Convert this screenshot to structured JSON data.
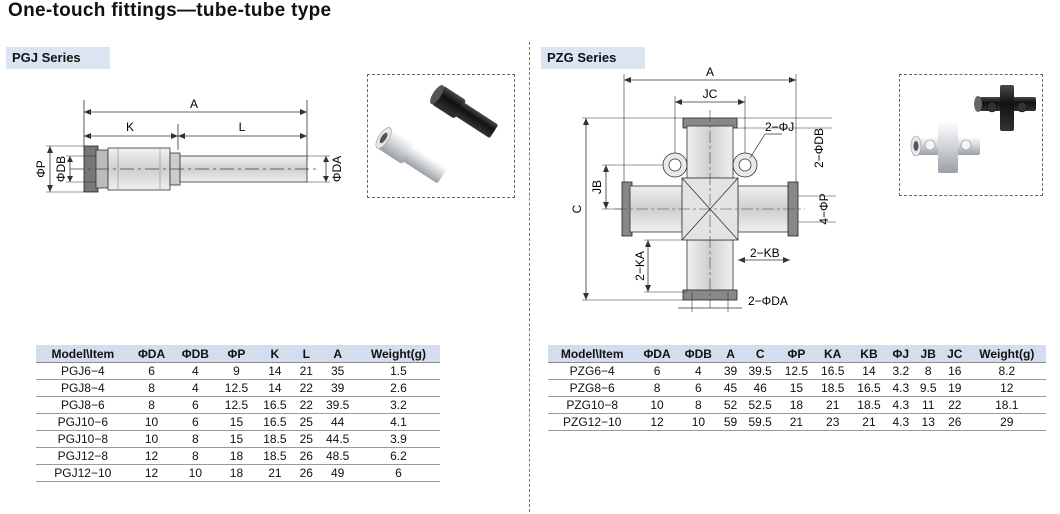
{
  "page": {
    "title": "One-touch fittings—tube-tube type"
  },
  "pgj": {
    "series_label": "PGJ Series",
    "drawing_labels": {
      "a": "A",
      "k": "K",
      "l": "L",
      "p": "ΦP",
      "db": "ΦDB",
      "da": "ΦDA"
    },
    "table": {
      "headers": [
        "Model\\Item",
        "ΦDA",
        "ΦDB",
        "ΦP",
        "K",
        "L",
        "A",
        "Weight(g)"
      ],
      "rows": [
        [
          "PGJ6−4",
          "6",
          "4",
          "9",
          "14",
          "21",
          "35",
          "1.5"
        ],
        [
          "PGJ8−4",
          "8",
          "4",
          "12.5",
          "14",
          "22",
          "39",
          "2.6"
        ],
        [
          "PGJ8−6",
          "8",
          "6",
          "12.5",
          "16.5",
          "22",
          "39.5",
          "3.2"
        ],
        [
          "PGJ10−6",
          "10",
          "6",
          "15",
          "16.5",
          "25",
          "44",
          "4.1"
        ],
        [
          "PGJ10−8",
          "10",
          "8",
          "15",
          "18.5",
          "25",
          "44.5",
          "3.9"
        ],
        [
          "PGJ12−8",
          "12",
          "8",
          "18",
          "18.5",
          "26",
          "48.5",
          "6.2"
        ],
        [
          "PGJ12−10",
          "12",
          "10",
          "18",
          "21",
          "26",
          "49",
          "6"
        ]
      ]
    }
  },
  "pzg": {
    "series_label": "PZG Series",
    "drawing_labels": {
      "a": "A",
      "jc": "JC",
      "j": "2−ΦJ",
      "db": "2−ΦDB",
      "jb": "JB",
      "c": "C",
      "p": "4−ΦP",
      "ka": "2−KA",
      "kb": "2−KB",
      "da": "2−ΦDA"
    },
    "table": {
      "headers": [
        "Model\\Item",
        "ΦDA",
        "ΦDB",
        "A",
        "C",
        "ΦP",
        "KA",
        "KB",
        "ΦJ",
        "JB",
        "JC",
        "Weight(g)"
      ],
      "rows": [
        [
          "PZG6−4",
          "6",
          "4",
          "39",
          "39.5",
          "12.5",
          "16.5",
          "14",
          "3.2",
          "8",
          "16",
          "8.2"
        ],
        [
          "PZG8−6",
          "8",
          "6",
          "45",
          "46",
          "15",
          "18.5",
          "16.5",
          "4.3",
          "9.5",
          "19",
          "12"
        ],
        [
          "PZG10−8",
          "10",
          "8",
          "52",
          "52.5",
          "18",
          "21",
          "18.5",
          "4.3",
          "11",
          "22",
          "18.1"
        ],
        [
          "PZG12−10",
          "12",
          "10",
          "59",
          "59.5",
          "21",
          "23",
          "21",
          "4.3",
          "13",
          "26",
          "29"
        ]
      ]
    }
  },
  "colors": {
    "header_bg": "#d4dded",
    "tag_bg": "#dbe4f1",
    "body_gray": "#e0e0e0",
    "fitting_black": "#1b1b1b"
  }
}
